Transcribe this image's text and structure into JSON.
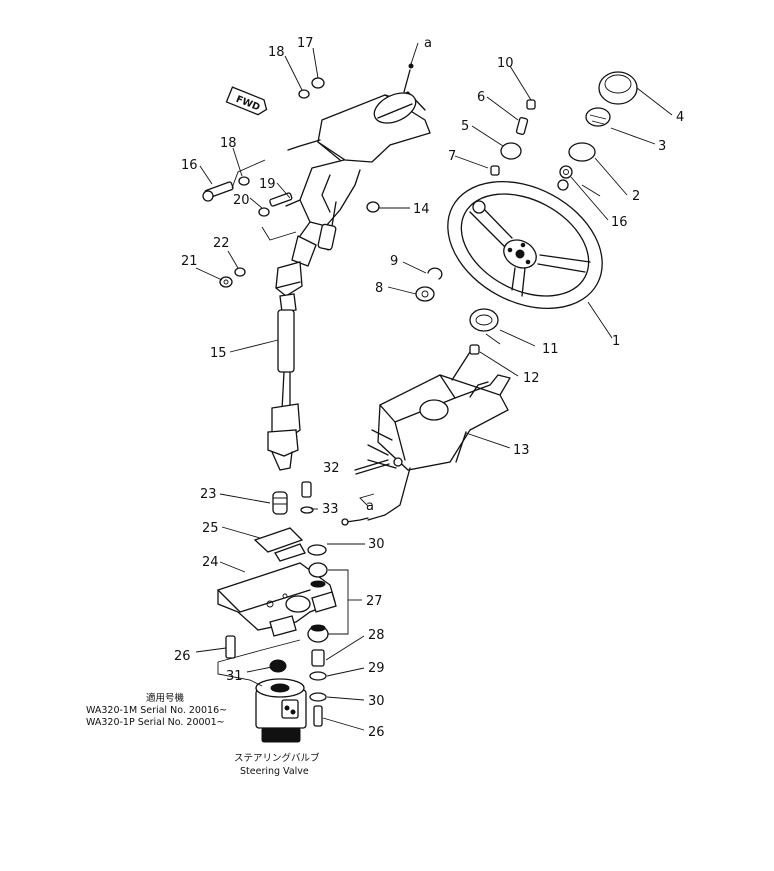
{
  "title": "",
  "fwd_tag": "FWD",
  "callout_letter": "a",
  "serial_note": {
    "heading": "適用号機",
    "line1": "WA320-1M Serial No. 20016~",
    "line2": "WA320-1P Serial No. 20001~"
  },
  "steering_valve_label": {
    "jp": "ステアリングバルブ",
    "en": "Steering Valve"
  },
  "part_numbers": {
    "p1": "1",
    "p2": "2",
    "p3": "3",
    "p4": "4",
    "p5": "5",
    "p6": "6",
    "p7": "7",
    "p8": "8",
    "p9": "9",
    "p10": "10",
    "p11": "11",
    "p12": "12",
    "p13": "13",
    "p14": "14",
    "p15": "15",
    "p16a": "16",
    "p16b": "16",
    "p17": "17",
    "p18a": "18",
    "p18b": "18",
    "p19": "19",
    "p20": "20",
    "p21": "21",
    "p22": "22",
    "p23": "23",
    "p24": "24",
    "p25": "25",
    "p26a": "26",
    "p26b": "26",
    "p27": "27",
    "p28": "28",
    "p29": "29",
    "p30a": "30",
    "p30b": "30",
    "p31": "31",
    "p32": "32",
    "p33": "33"
  }
}
